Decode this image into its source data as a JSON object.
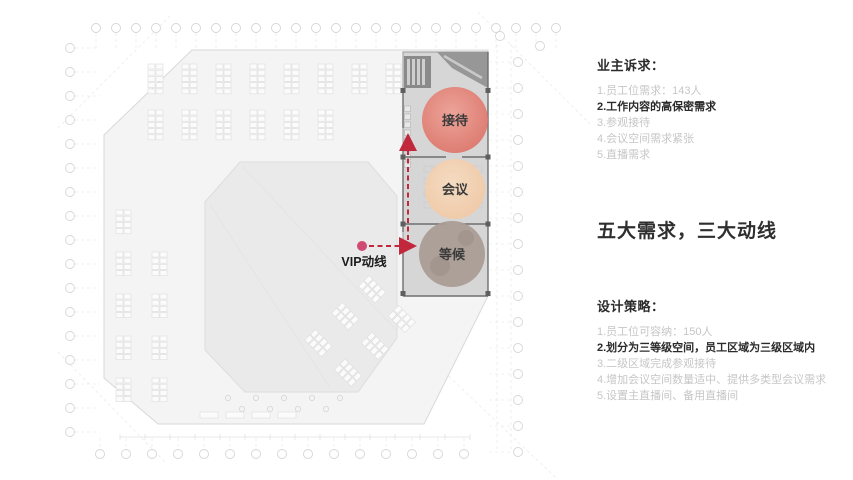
{
  "headline": "五大需求，三大动线",
  "owner_demands": {
    "title": "业主诉求：",
    "items": [
      {
        "text": "1.员工位需求：143人",
        "emphasis": false
      },
      {
        "text": "2.工作内容的高保密需求",
        "emphasis": true
      },
      {
        "text": "3.参观接待",
        "emphasis": false
      },
      {
        "text": "4.会议空间需求紧张",
        "emphasis": false
      },
      {
        "text": "5.直播需求",
        "emphasis": false
      }
    ]
  },
  "design_strategy": {
    "title": "设计策略：",
    "items": [
      {
        "text": "1.员工位可容纳：150人",
        "emphasis": false
      },
      {
        "text": "2.划分为三等级空间，员工区域为三级区域内",
        "emphasis": true
      },
      {
        "text": "3.二级区域完成参观接待",
        "emphasis": false
      },
      {
        "text": "4.增加会议空间数量适中、提供多类型会议需求",
        "emphasis": false
      },
      {
        "text": "5.设置主直播间、备用直播间",
        "emphasis": false
      }
    ]
  },
  "plan": {
    "vip_label": "VIP动线",
    "zones": [
      {
        "id": "reception",
        "label": "接待",
        "color": "#e5867b"
      },
      {
        "id": "meeting",
        "label": "会议",
        "color": "#f6d4b3"
      },
      {
        "id": "waiting",
        "label": "等候",
        "color": "#a89b94"
      }
    ]
  },
  "colors": {
    "vip_arrow": "#c1283c",
    "vip_dot": "#d04a74",
    "strip_bg": "#d6d6d6",
    "plan_bg": "#f4f4f4",
    "atrium_bg": "#eaeaea"
  }
}
